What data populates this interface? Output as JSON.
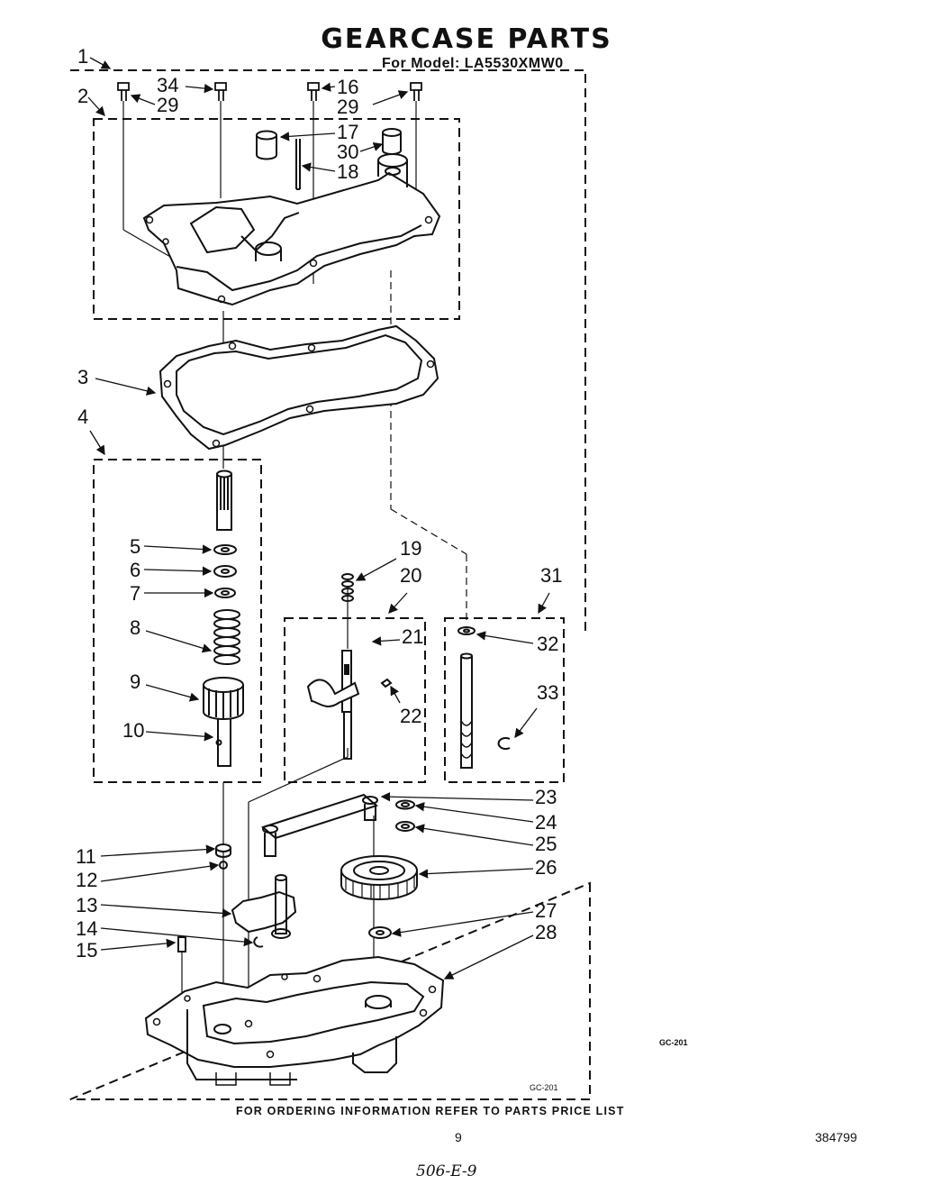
{
  "header": {
    "title": "GEARCASE PARTS",
    "subtitle": "For Model: LA5530XMW0"
  },
  "callouts": [
    "1",
    "2",
    "3",
    "4",
    "5",
    "6",
    "7",
    "8",
    "9",
    "10",
    "11",
    "12",
    "13",
    "14",
    "15",
    "16",
    "17",
    "18",
    "19",
    "20",
    "21",
    "22",
    "23",
    "24",
    "25",
    "26",
    "27",
    "28",
    "29",
    "29",
    "30",
    "31",
    "32",
    "33",
    "34"
  ],
  "footer": {
    "ordering_note": "FOR ORDERING INFORMATION REFER TO PARTS PRICE LIST",
    "page_number": "9",
    "document_number": "384799",
    "diagram_code_outside": "GC-201",
    "diagram_code_inside": "GC-201",
    "handwritten_note": "506-E-9"
  }
}
